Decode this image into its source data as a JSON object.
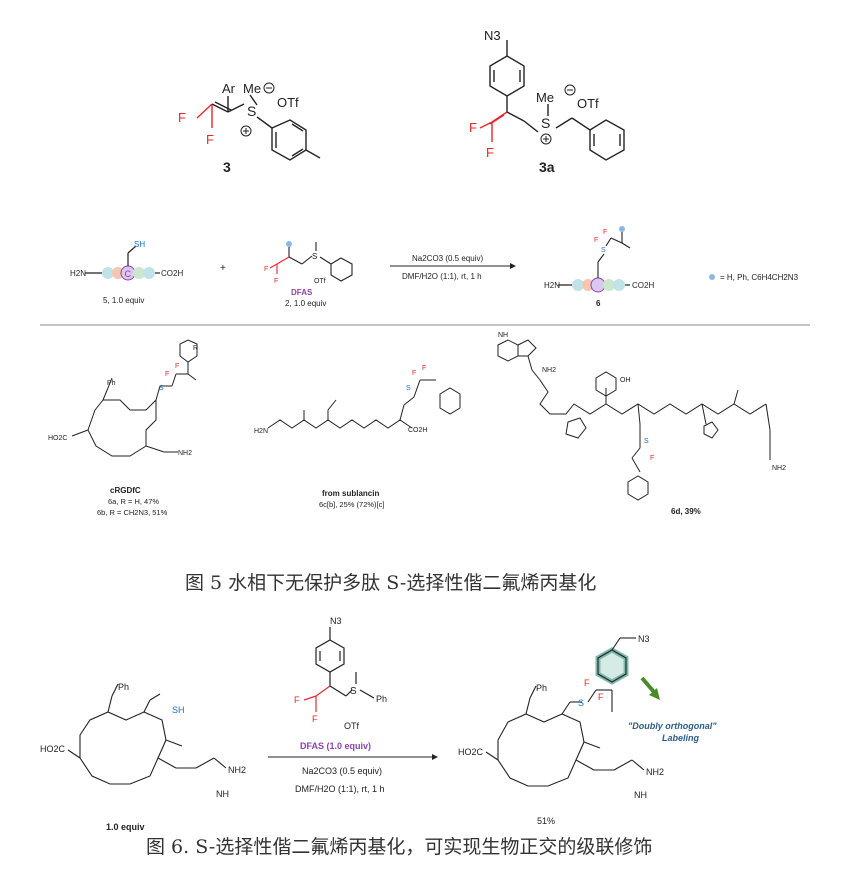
{
  "figure5": {
    "caption": "图 5  水相下无保护多肽  S-选择性偕二氟烯丙基化",
    "reagent_3": {
      "label": "3",
      "ar": "Ar",
      "me": "Me",
      "otf": "OTf",
      "f": "F"
    },
    "reagent_3a": {
      "label": "3a",
      "n3": "N3",
      "me": "Me",
      "otf": "OTf",
      "f": "F"
    },
    "scheme": {
      "sh": "SH",
      "h2n": "H2N",
      "co2h": "CO2H",
      "plus": "+",
      "peptide_label": "5, 1.0 equiv",
      "dfas_name": "DFAS",
      "dfas_equiv": "2, 1.0 equiv",
      "conditions_top": "Na2CO3 (0.5 equiv)",
      "conditions_bottom": "DMF/H2O (1:1), rt, 1 h",
      "product_label": "6",
      "substituents": "= H, Ph, C6H4CH2N3"
    },
    "products": {
      "p6ab_name": "cRGDfC",
      "p6a": "6a, R = H, 47%",
      "p6b": "6b, R = CH2N3, 51%",
      "p6c_name": "from sublancin",
      "p6c": "6c[b], 25% (72%)[c]",
      "p6d": "6d, 39%"
    }
  },
  "figure6": {
    "caption": "图 6. S-选择性偕二氟烯丙基化，可实现生物正交的级联修饰",
    "sm_label": "1.0 equiv",
    "reagent": "DFAS (1.0 equiv)",
    "conditions_top": "Na2CO3 (0.5 equiv)",
    "conditions_bottom": "DMF/H2O (1:1), rt, 1 h",
    "yield": "51%",
    "note": "\"Doubly orthogonal\" Labeling",
    "sh": "SH",
    "ph": "Ph",
    "n3": "N3",
    "otf": "OTf",
    "nh2": "NH2",
    "nh": "NH",
    "co2h": "HO2C",
    "f": "F"
  },
  "colors": {
    "fluorine": "#e8282d",
    "sulfur_blue": "#1e6fc8",
    "dfas_purple": "#8e3fb0",
    "highlight": "#d6ebe6",
    "arrow_green": "#4d8a2a",
    "label_blue": "#2b5d8c"
  }
}
